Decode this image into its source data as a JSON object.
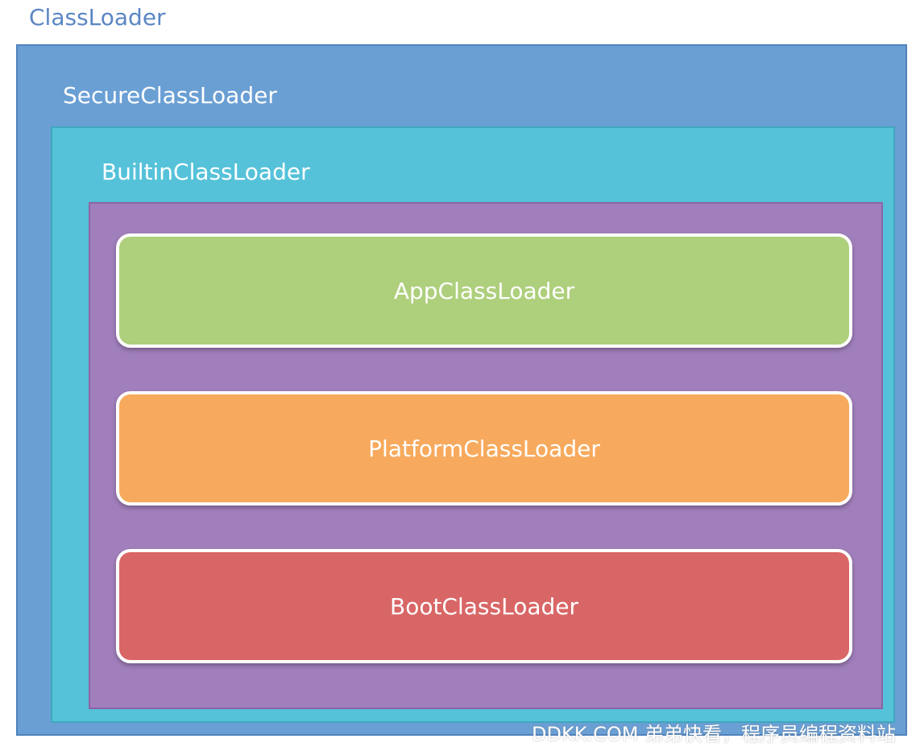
{
  "diagram": {
    "title": "ClassLoader",
    "levels": [
      {
        "label": "SecureClassLoader"
      },
      {
        "label": "BuiltinClassLoader"
      }
    ],
    "loaders": [
      {
        "label": "AppClassLoader",
        "color": "#aecf7c"
      },
      {
        "label": "PlatformClassLoader",
        "color": "#f7aa5d"
      },
      {
        "label": "BootClassLoader",
        "color": "#d96666"
      }
    ],
    "colors": {
      "classloader_box": "#6a9fd4",
      "secure_box": "#55c2d9",
      "builtin_box": "#a17fbc"
    }
  },
  "watermark": "DDKK.COM 弟弟快看，程序员编程资料站"
}
